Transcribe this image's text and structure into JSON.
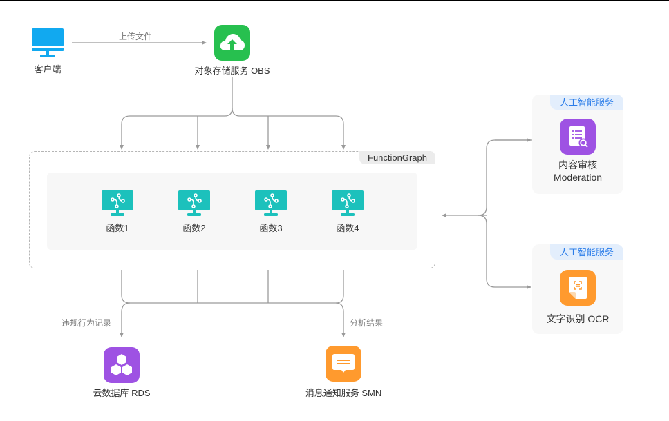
{
  "diagram": {
    "client": {
      "label": "客户端",
      "icon": "monitor-icon",
      "color": "#11a9f0"
    },
    "upload_edge": {
      "label": "上传文件"
    },
    "obs": {
      "label": "对象存储服务 OBS",
      "icon": "cloud-upload-icon",
      "color": "#27c04f"
    },
    "functiongraph": {
      "title": "FunctionGraph",
      "functions": [
        {
          "label": "函数1",
          "icon": "function-monitor-icon"
        },
        {
          "label": "函数2",
          "icon": "function-monitor-icon"
        },
        {
          "label": "函数3",
          "icon": "function-monitor-icon"
        },
        {
          "label": "函数4",
          "icon": "function-monitor-icon"
        }
      ],
      "function_color": "#1cc1bc"
    },
    "ai_services": [
      {
        "tag": "人工智能服务",
        "label_line1": "内容审核",
        "label_line2": "Moderation",
        "icon": "document-search-icon",
        "color": "#9e52e3"
      },
      {
        "tag": "人工智能服务",
        "label_line1": "文字识别 OCR",
        "label_line2": "",
        "icon": "document-scan-icon",
        "color": "#ff9a2e"
      }
    ],
    "rds_edge": {
      "label": "违规行为记录"
    },
    "smn_edge": {
      "label": "分析结果"
    },
    "rds": {
      "label": "云数据库 RDS",
      "icon": "hexagon-cluster-icon",
      "color": "#9e52e3"
    },
    "smn": {
      "label": "消息通知服务 SMN",
      "icon": "message-icon",
      "color": "#ff9a2e"
    },
    "tag_color": "#2b7de9",
    "line_color": "#9a9a9a"
  }
}
